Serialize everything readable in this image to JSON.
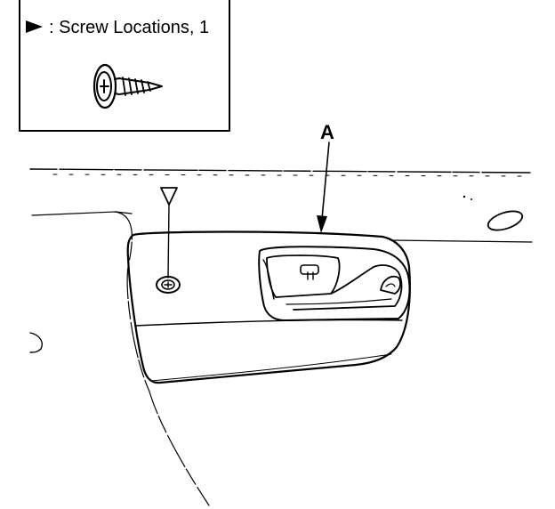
{
  "legend": {
    "label": ": Screw Locations, 1",
    "marker_icon": "filled-triangle-pointer"
  },
  "callouts": {
    "part_a": "A"
  },
  "icons": {
    "screw": "screw-icon",
    "screw_location": "screw-location-triangle-icon"
  },
  "colors": {
    "ink": "#000000",
    "background": "#ffffff"
  }
}
